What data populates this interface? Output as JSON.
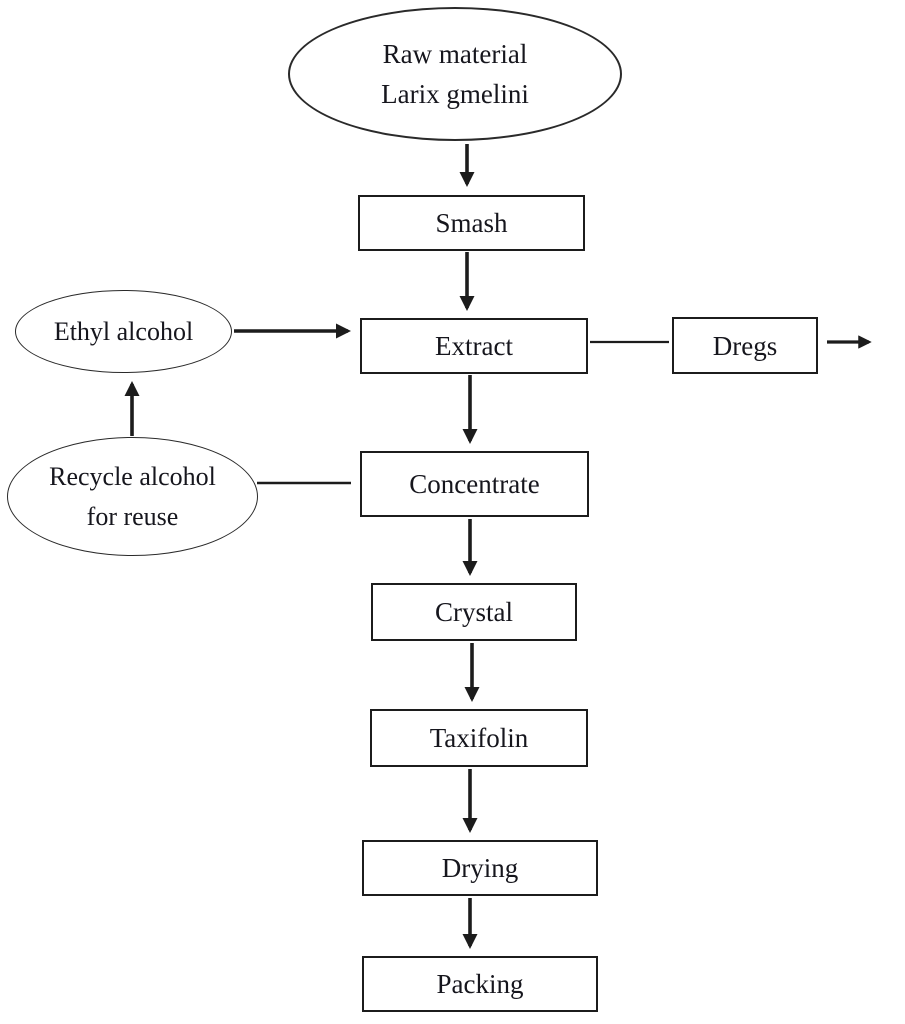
{
  "diagram": {
    "type": "flowchart",
    "description": "Production process flow from raw material Larix gmelini to packed taxifolin",
    "colors": {
      "background": "#ffffff",
      "stroke": "#1c1c1c",
      "text": "#16161d"
    },
    "nodes": {
      "raw_material": {
        "shape": "ellipse",
        "line1": "Raw material",
        "line2": "Larix gmelini"
      },
      "smash": {
        "shape": "rect",
        "label": "Smash"
      },
      "ethyl_alcohol": {
        "shape": "ellipse",
        "label": "Ethyl alcohol"
      },
      "extract": {
        "shape": "rect",
        "label": "Extract"
      },
      "dregs": {
        "shape": "rect",
        "label": "Dregs"
      },
      "recycle_alcohol": {
        "shape": "ellipse",
        "line1": "Recycle alcohol",
        "line2": "for reuse"
      },
      "concentrate": {
        "shape": "rect",
        "label": "Concentrate"
      },
      "crystal": {
        "shape": "rect",
        "label": "Crystal"
      },
      "taxifolin": {
        "shape": "rect",
        "label": "Taxifolin"
      },
      "drying": {
        "shape": "rect",
        "label": "Drying"
      },
      "packing": {
        "shape": "rect",
        "label": "Packing"
      }
    },
    "edges": [
      {
        "from": "raw_material",
        "to": "smash",
        "arrow": true
      },
      {
        "from": "smash",
        "to": "extract",
        "arrow": true
      },
      {
        "from": "ethyl_alcohol",
        "to": "extract",
        "arrow": true
      },
      {
        "from": "extract",
        "to": "dregs",
        "arrow": false
      },
      {
        "from": "dregs",
        "to": "out-right",
        "arrow": true
      },
      {
        "from": "extract",
        "to": "concentrate",
        "arrow": true
      },
      {
        "from": "recycle_alcohol",
        "to": "ethyl_alcohol",
        "arrow": true
      },
      {
        "from": "recycle_alcohol",
        "to": "concentrate",
        "arrow": false
      },
      {
        "from": "concentrate",
        "to": "crystal",
        "arrow": true
      },
      {
        "from": "crystal",
        "to": "taxifolin",
        "arrow": true
      },
      {
        "from": "taxifolin",
        "to": "drying",
        "arrow": true
      },
      {
        "from": "drying",
        "to": "packing",
        "arrow": true
      }
    ]
  }
}
